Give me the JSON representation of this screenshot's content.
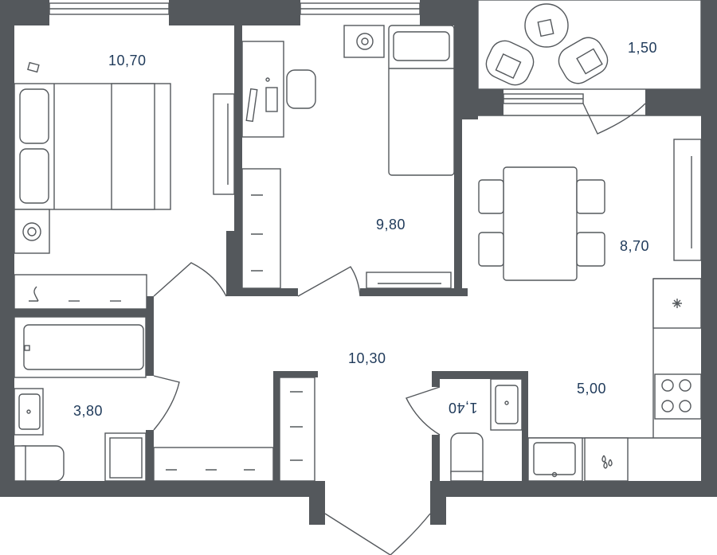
{
  "rooms": {
    "bedroom": {
      "area": "10,70"
    },
    "kids_room": {
      "area": "9,80"
    },
    "balcony": {
      "area": "1,50"
    },
    "dining": {
      "area": "8,70"
    },
    "hall": {
      "area": "10,30"
    },
    "kitchen": {
      "area": "5,00"
    },
    "bathroom": {
      "area": "3,80"
    },
    "wc": {
      "area": "1,40"
    }
  },
  "colors": {
    "wall": "#54585c",
    "label": "#1f3a5a",
    "background": "#ffffff"
  }
}
